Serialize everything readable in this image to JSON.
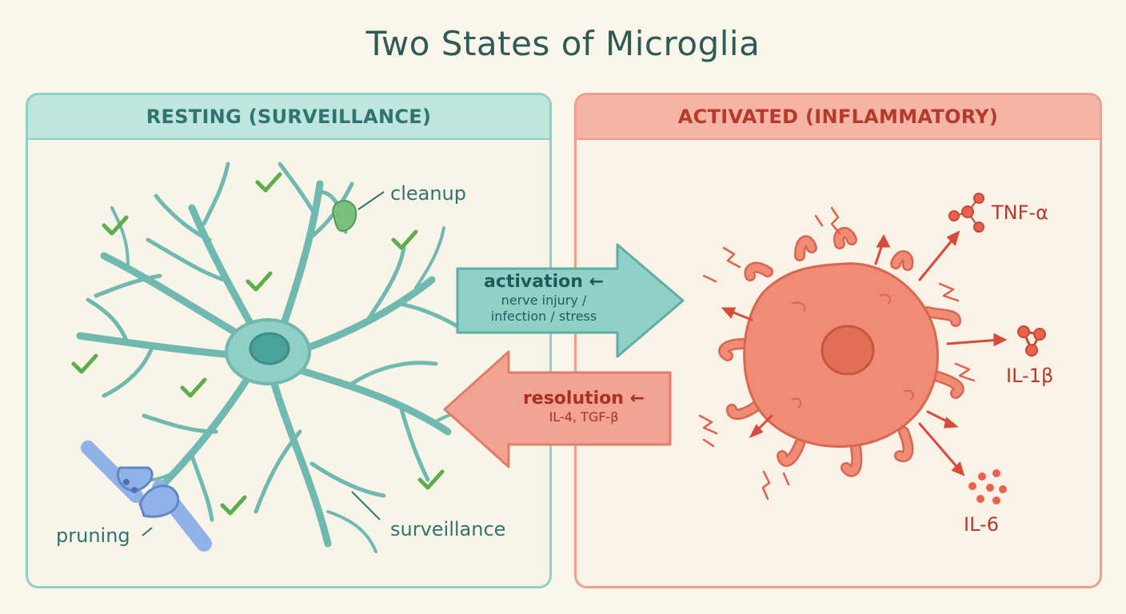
{
  "title": "Two States of Microglia",
  "panels": {
    "resting": {
      "header": "RESTING (SURVEILLANCE)"
    },
    "activated": {
      "header": "ACTIVATED (INFLAMMATORY)"
    }
  },
  "labels": {
    "cleanup": "cleanup",
    "pruning": "pruning",
    "surveillance": "surveillance",
    "tnf": "TNF-α",
    "il1b": "IL-1β",
    "il6": "IL-6"
  },
  "arrows": {
    "activation": {
      "title": "activation ←",
      "line1": "nerve injury /",
      "line2": "infection / stress"
    },
    "resolution": {
      "title": "resolution ←",
      "line1": "IL-4, TGF-β"
    }
  },
  "colors": {
    "teal": "#2f7470",
    "teal_light": "#bfe5df",
    "coral": "#e9826c",
    "red": "#b8392c",
    "check": "#5cae4a"
  }
}
